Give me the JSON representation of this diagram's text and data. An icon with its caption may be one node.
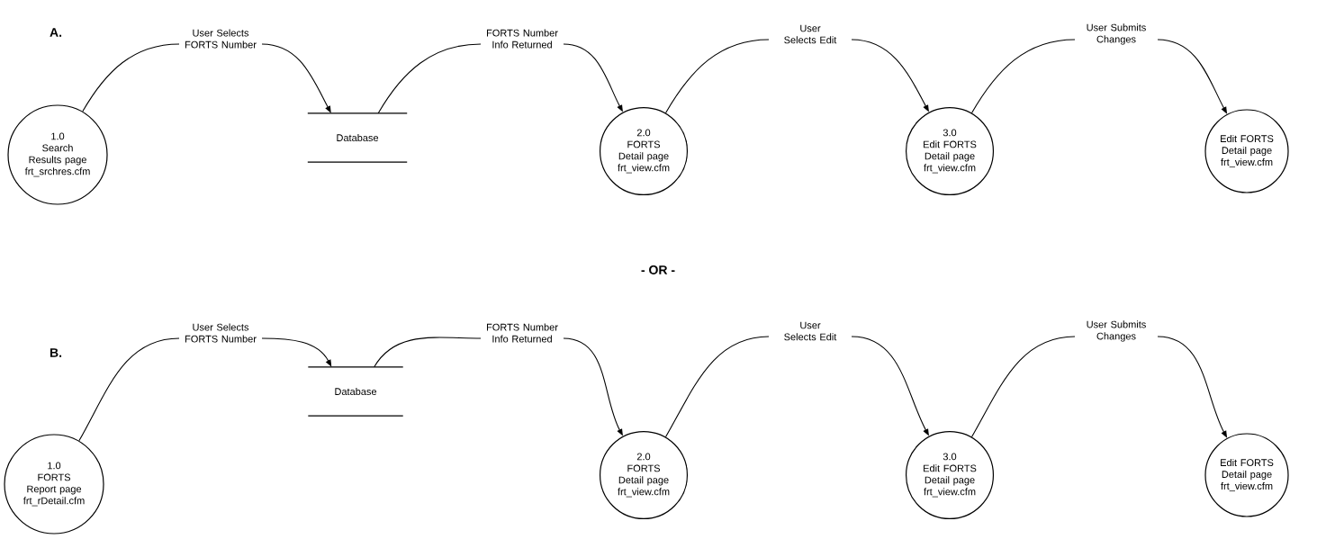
{
  "diagram": {
    "nodes": [
      {
        "text": [
          "1.0",
          "Search Results page frt_srchres.cfm"
        ]
      },
      {
        "text": [
          "Database"
        ]
      },
      {
        "text": [
          "2.0",
          "FORTS Detail page frt_view.cfm"
        ]
      },
      {
        "text": [
          "3.0",
          "Edit FORTS Detail page frt_view.cfm"
        ]
      },
      {
        "text": [
          "Edit FORTS Detail page frt_view.cfm"
        ]
      },
      {
        "text": [
          "1.0",
          "FORTS Report page frt_rDetail.cfm"
        ]
      },
      {
        "text": [
          "Database"
        ]
      },
      {
        "text": [
          "2.0",
          "FORTS Detail page frt_view.cfm"
        ]
      },
      {
        "text": [
          "3.0",
          "Edit FORTS Detail page frt_view.cfm"
        ]
      },
      {
        "text": [
          "Edit FORTS Detail page frt_view.cfm"
        ]
      }
    ],
    "edges": [
      {
        "from": 0,
        "to": 1,
        "arrow": "to",
        "label": "User Selects FORTS Number"
      },
      {
        "from": 1,
        "to": 2,
        "arrow": "to",
        "label": "FORTS Number Info Returned"
      },
      {
        "from": 2,
        "to": 3,
        "arrow": "to",
        "label": "User Selects Edit"
      },
      {
        "from": 3,
        "to": 4,
        "arrow": "to",
        "label": "User Submits Changes"
      },
      {
        "from": 5,
        "to": 6,
        "arrow": "to",
        "label": "User Selects FORTS Number"
      },
      {
        "from": 6,
        "to": 7,
        "arrow": "to",
        "label": "FORTS Number Info Returned"
      },
      {
        "from": 7,
        "to": 8,
        "arrow": "to",
        "label": "User Selects Edit"
      },
      {
        "from": 8,
        "to": 9,
        "arrow": "to",
        "label": "User Submits Changes"
      }
    ],
    "labels": [
      "A.",
      "- OR -",
      "B."
    ]
  }
}
